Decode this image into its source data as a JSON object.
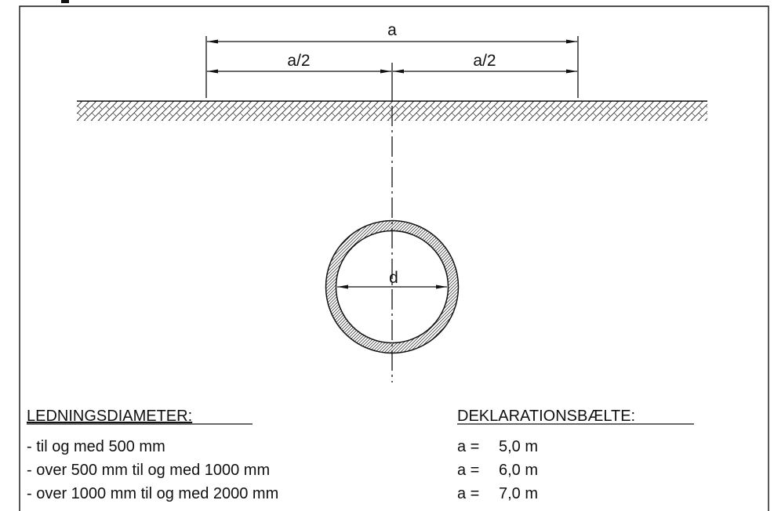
{
  "dimensions": {
    "total": "a",
    "left_half": "a/2",
    "right_half": "a/2",
    "diameter": "d"
  },
  "legend": {
    "left_heading": "LEDNINGSDIAMETER:",
    "right_heading": "DEKLARATIONSBÆLTE:",
    "rows": [
      {
        "diameter": "- til og med 500 mm",
        "symbol": "a =",
        "value": "5,0 m"
      },
      {
        "diameter": "- over 500 mm til og med 1000 mm",
        "symbol": "a =",
        "value": "6,0 m"
      },
      {
        "diameter": "- over 1000 mm til og med 2000 mm",
        "symbol": "a =",
        "value": "7,0 m"
      }
    ]
  }
}
